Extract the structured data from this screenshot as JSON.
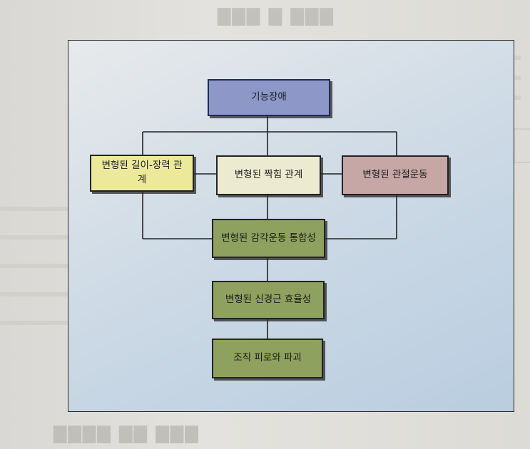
{
  "diagram": {
    "nodes": {
      "impairment": "기능장애",
      "length_tension": "변형된 길이-장력 관계",
      "force_couple": "변형된 짝힘 관계",
      "joint_motion": "변형된 관절운동",
      "sensorimotor": "변형된 감각운동 통합성",
      "neuromuscular": "변형된 신경근 효율성",
      "tissue_fatigue": "조직 피로와 파괴"
    },
    "colors": {
      "impairment": "#8d98c9",
      "length_tension": "#ecea9a",
      "force_couple": "#ecebd2",
      "joint_motion": "#c7a7a6",
      "green_nodes": "#8ea15e",
      "panel": "#c6d6e4"
    }
  }
}
